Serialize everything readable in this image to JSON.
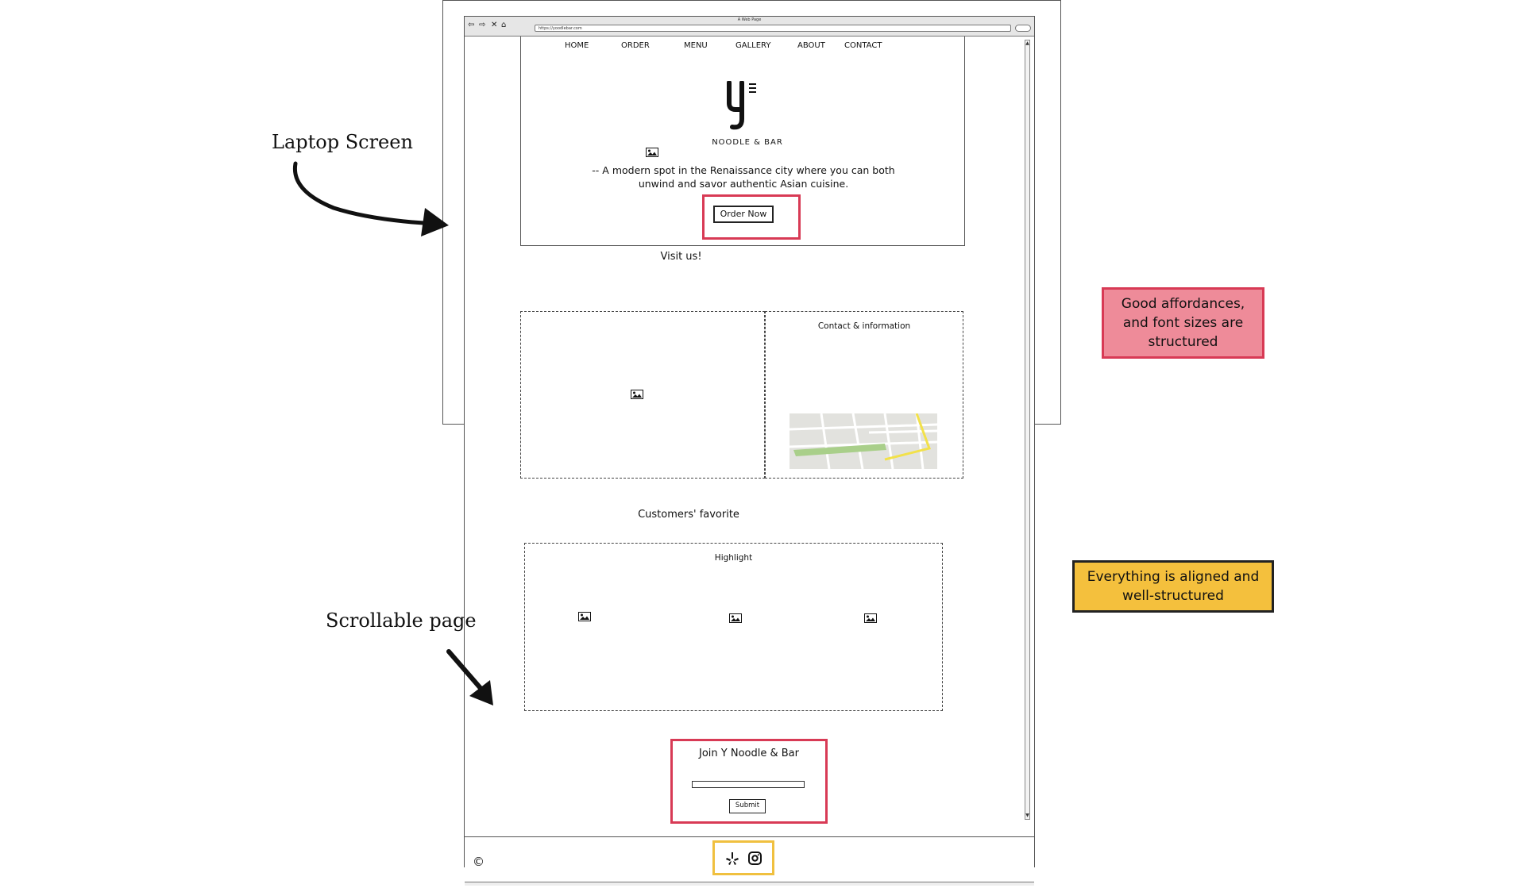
{
  "browser": {
    "title": "A Web Page",
    "url": "https://yoodlebar.com"
  },
  "nav": {
    "items": [
      "HOME",
      "ORDER",
      "MENU",
      "GALLERY",
      "ABOUT",
      "CONTACT"
    ]
  },
  "hero": {
    "brand": "NOODLE & BAR",
    "tagline": "-- A modern spot in the Renaissance city where you can both unwind and savor authentic Asian cuisine.",
    "cta_label": "Order Now",
    "icons": [
      "logo-y",
      "image-placeholder-icon"
    ]
  },
  "visit": {
    "title": "Visit us!",
    "contact_title": "Contact & information"
  },
  "favorites": {
    "title": "Customers' favorite",
    "highlight_title": "Highlight"
  },
  "join": {
    "title": "Join Y Noodle & Bar",
    "submit_label": "Submit",
    "email_value": ""
  },
  "footer": {
    "copyright": "©",
    "social_icons": [
      "yelp-icon",
      "instagram-icon"
    ]
  },
  "annotations": {
    "laptop_screen": "Laptop Screen",
    "scrollable_page": "Scrollable page",
    "note_affordances": "Good affordances, and font sizes are structured",
    "note_aligned": "Everything is aligned and well-structured"
  },
  "colors": {
    "highlight_red": "#d83a55",
    "highlight_yellow": "#f0c03f",
    "note_pink": "#ee8b99",
    "note_yellow": "#f4c03d"
  }
}
